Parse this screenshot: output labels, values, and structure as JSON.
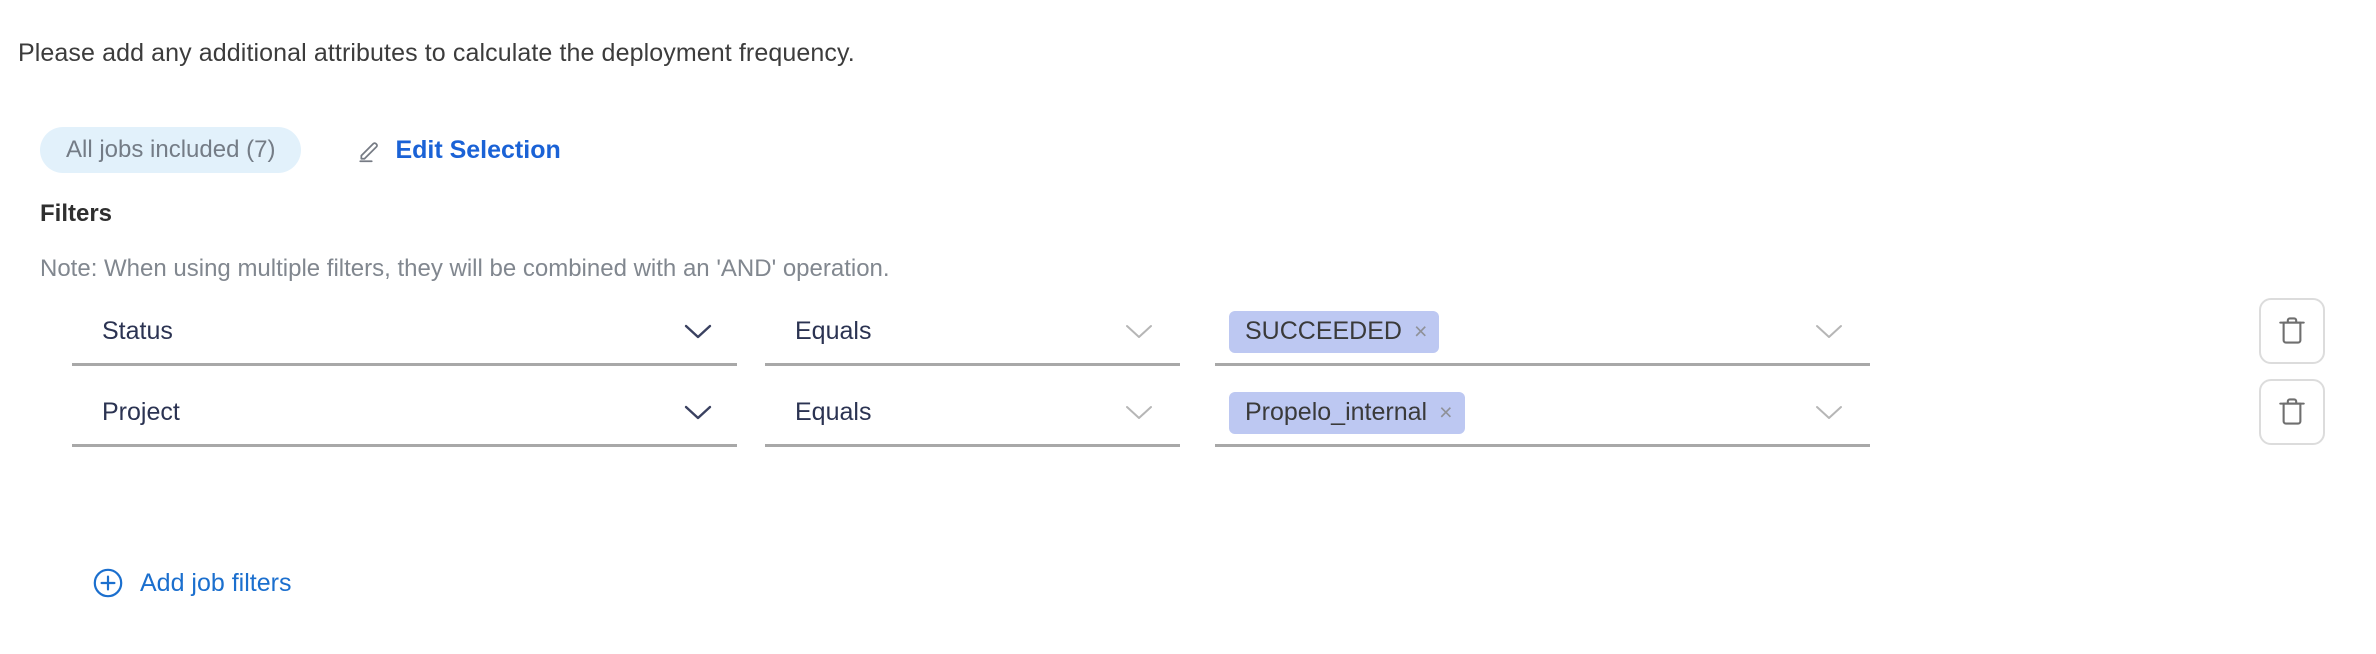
{
  "intro": {
    "text": "Please add any additional attributes to calculate the deployment frequency."
  },
  "selection": {
    "jobs_pill_label": "All jobs included (7)",
    "edit_label": "Edit Selection",
    "pencil_icon": "pencil-icon"
  },
  "filters": {
    "title": "Filters",
    "note": "Note: When using multiple filters, they will be combined with an 'AND' operation.",
    "rows": [
      {
        "attribute": "Status",
        "operator": "Equals",
        "values": [
          "SUCCEEDED"
        ],
        "remove_glyph": "×",
        "delete_icon": "trash-icon"
      },
      {
        "attribute": "Project",
        "operator": "Equals",
        "values": [
          "Propelo_internal"
        ],
        "remove_glyph": "×",
        "delete_icon": "trash-icon"
      }
    ]
  },
  "add_filters": {
    "label": "Add job filters",
    "icon": "plus-circle-icon"
  },
  "colors": {
    "link_blue": "#1a62d6",
    "pill_bg": "#e2f1fb",
    "pill_text": "#747c86",
    "chip_bg": "#bdc8f2",
    "field_text": "#2b3352",
    "note_text": "#81878f",
    "underline": "#a8a8a8",
    "button_border": "#dcdcdc"
  }
}
